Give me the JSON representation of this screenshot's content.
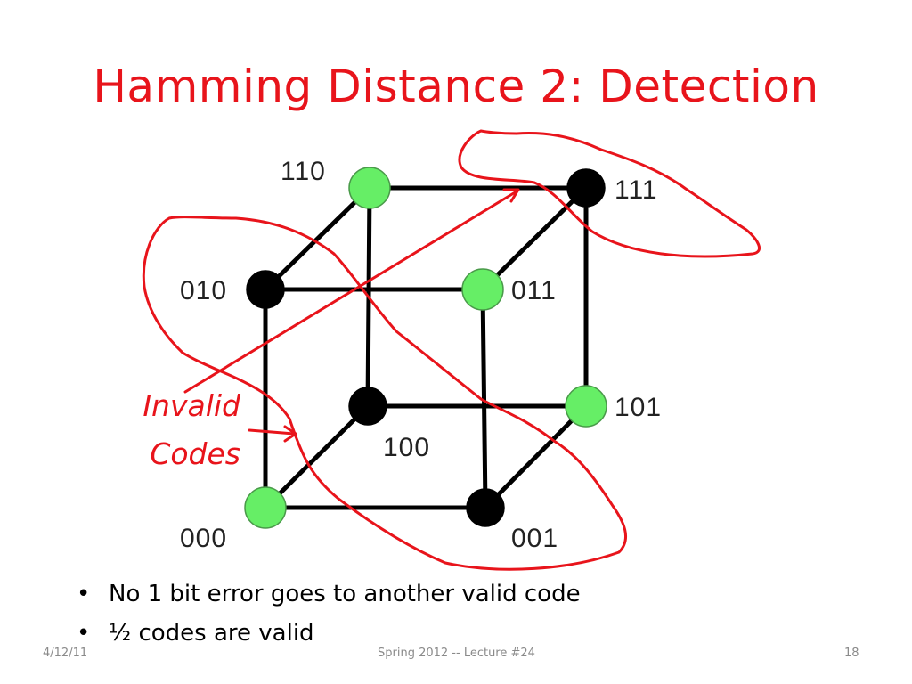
{
  "slide": {
    "title": "Hamming Distance 2: Detection",
    "invalid_label": {
      "line1": "Invalid",
      "line2": "Codes"
    },
    "bullets": [
      "No 1 bit error goes to another valid code",
      "½ codes are valid"
    ],
    "footer": {
      "date": "4/12/11",
      "course": "Spring 2012 -- Lecture #24",
      "page": "18"
    }
  },
  "cube": {
    "nodes": [
      {
        "code": "110",
        "valid": true
      },
      {
        "code": "111",
        "valid": false
      },
      {
        "code": "010",
        "valid": false
      },
      {
        "code": "011",
        "valid": true
      },
      {
        "code": "100",
        "valid": false
      },
      {
        "code": "101",
        "valid": true
      },
      {
        "code": "000",
        "valid": true
      },
      {
        "code": "001",
        "valid": false
      }
    ],
    "colors": {
      "valid": "#66ee66",
      "invalid": "#000000",
      "annotation": "#e8141b"
    }
  }
}
